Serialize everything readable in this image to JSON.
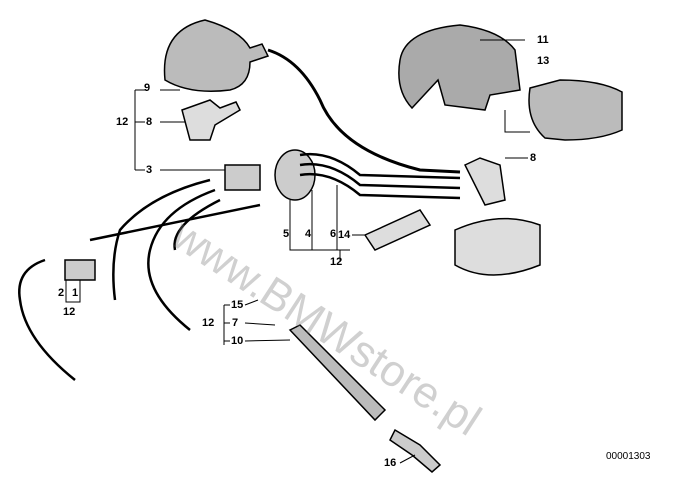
{
  "diagram": {
    "labels": {
      "l9": "9",
      "l12a": "12",
      "l8a": "8",
      "l3": "3",
      "l11": "11",
      "l13": "13",
      "l8b": "8",
      "l5": "5",
      "l4": "4",
      "l6": "6",
      "l14": "14",
      "l12b": "12",
      "l2": "2",
      "l1": "1",
      "l12c": "12",
      "l15": "15",
      "l12d": "12",
      "l7": "7",
      "l10": "10",
      "l16": "16"
    },
    "drawing_number": "00001303",
    "watermark": "www.BMWstore.pl"
  }
}
